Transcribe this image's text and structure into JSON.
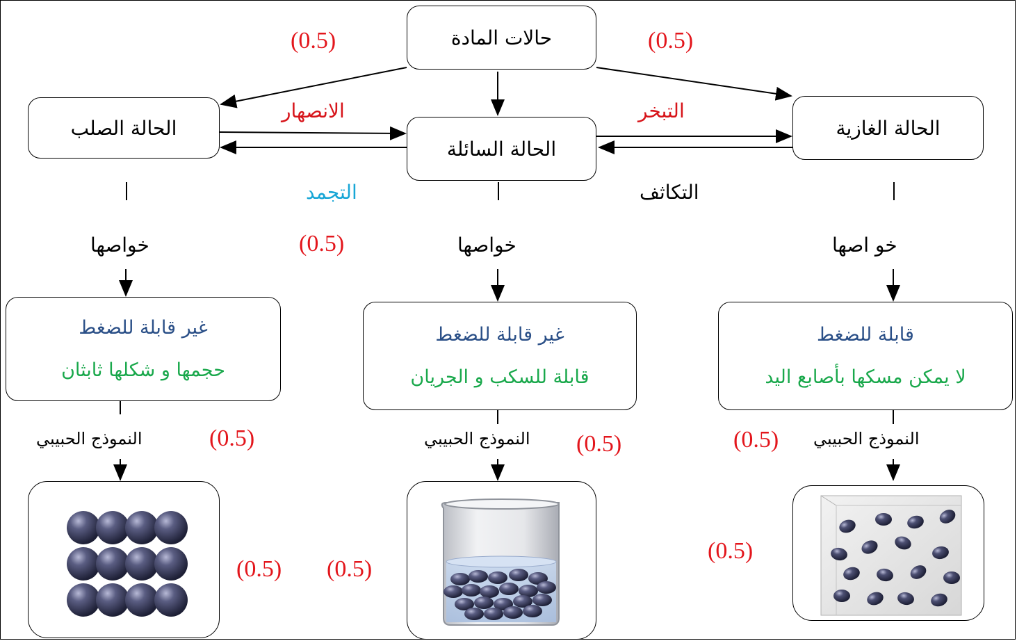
{
  "title": "حالات المادة",
  "states": {
    "solid": "الحالة الصلب",
    "liquid": "الحالة السائلة",
    "gas": "الحالة الغازية"
  },
  "transitions": {
    "melting": "الانصهار",
    "freezing": "التجمد",
    "evaporation": "التبخر",
    "condensation": "التكاثف"
  },
  "properties_label": {
    "solid": "خواصها",
    "liquid": "خواصها",
    "gas": "خو اصها"
  },
  "properties": {
    "solid": [
      "غير قابلة للضغط",
      "حجمها و شكلها ثابثان"
    ],
    "liquid": [
      "غير قابلة للضغط",
      "قابلة للسكب و الجريان"
    ],
    "gas": [
      "قابلة للضغط",
      "لا يمكن مسكها بأصابع اليد"
    ]
  },
  "model_label": "النموذج الحبيبي",
  "score": "(0.5)",
  "colors": {
    "score": "#e3161c",
    "melting": "#d7141a",
    "freezing": "#17a6d6",
    "property_blue": "#2a4f87",
    "property_green": "#19a84b",
    "particle": "#3a3d5c"
  }
}
